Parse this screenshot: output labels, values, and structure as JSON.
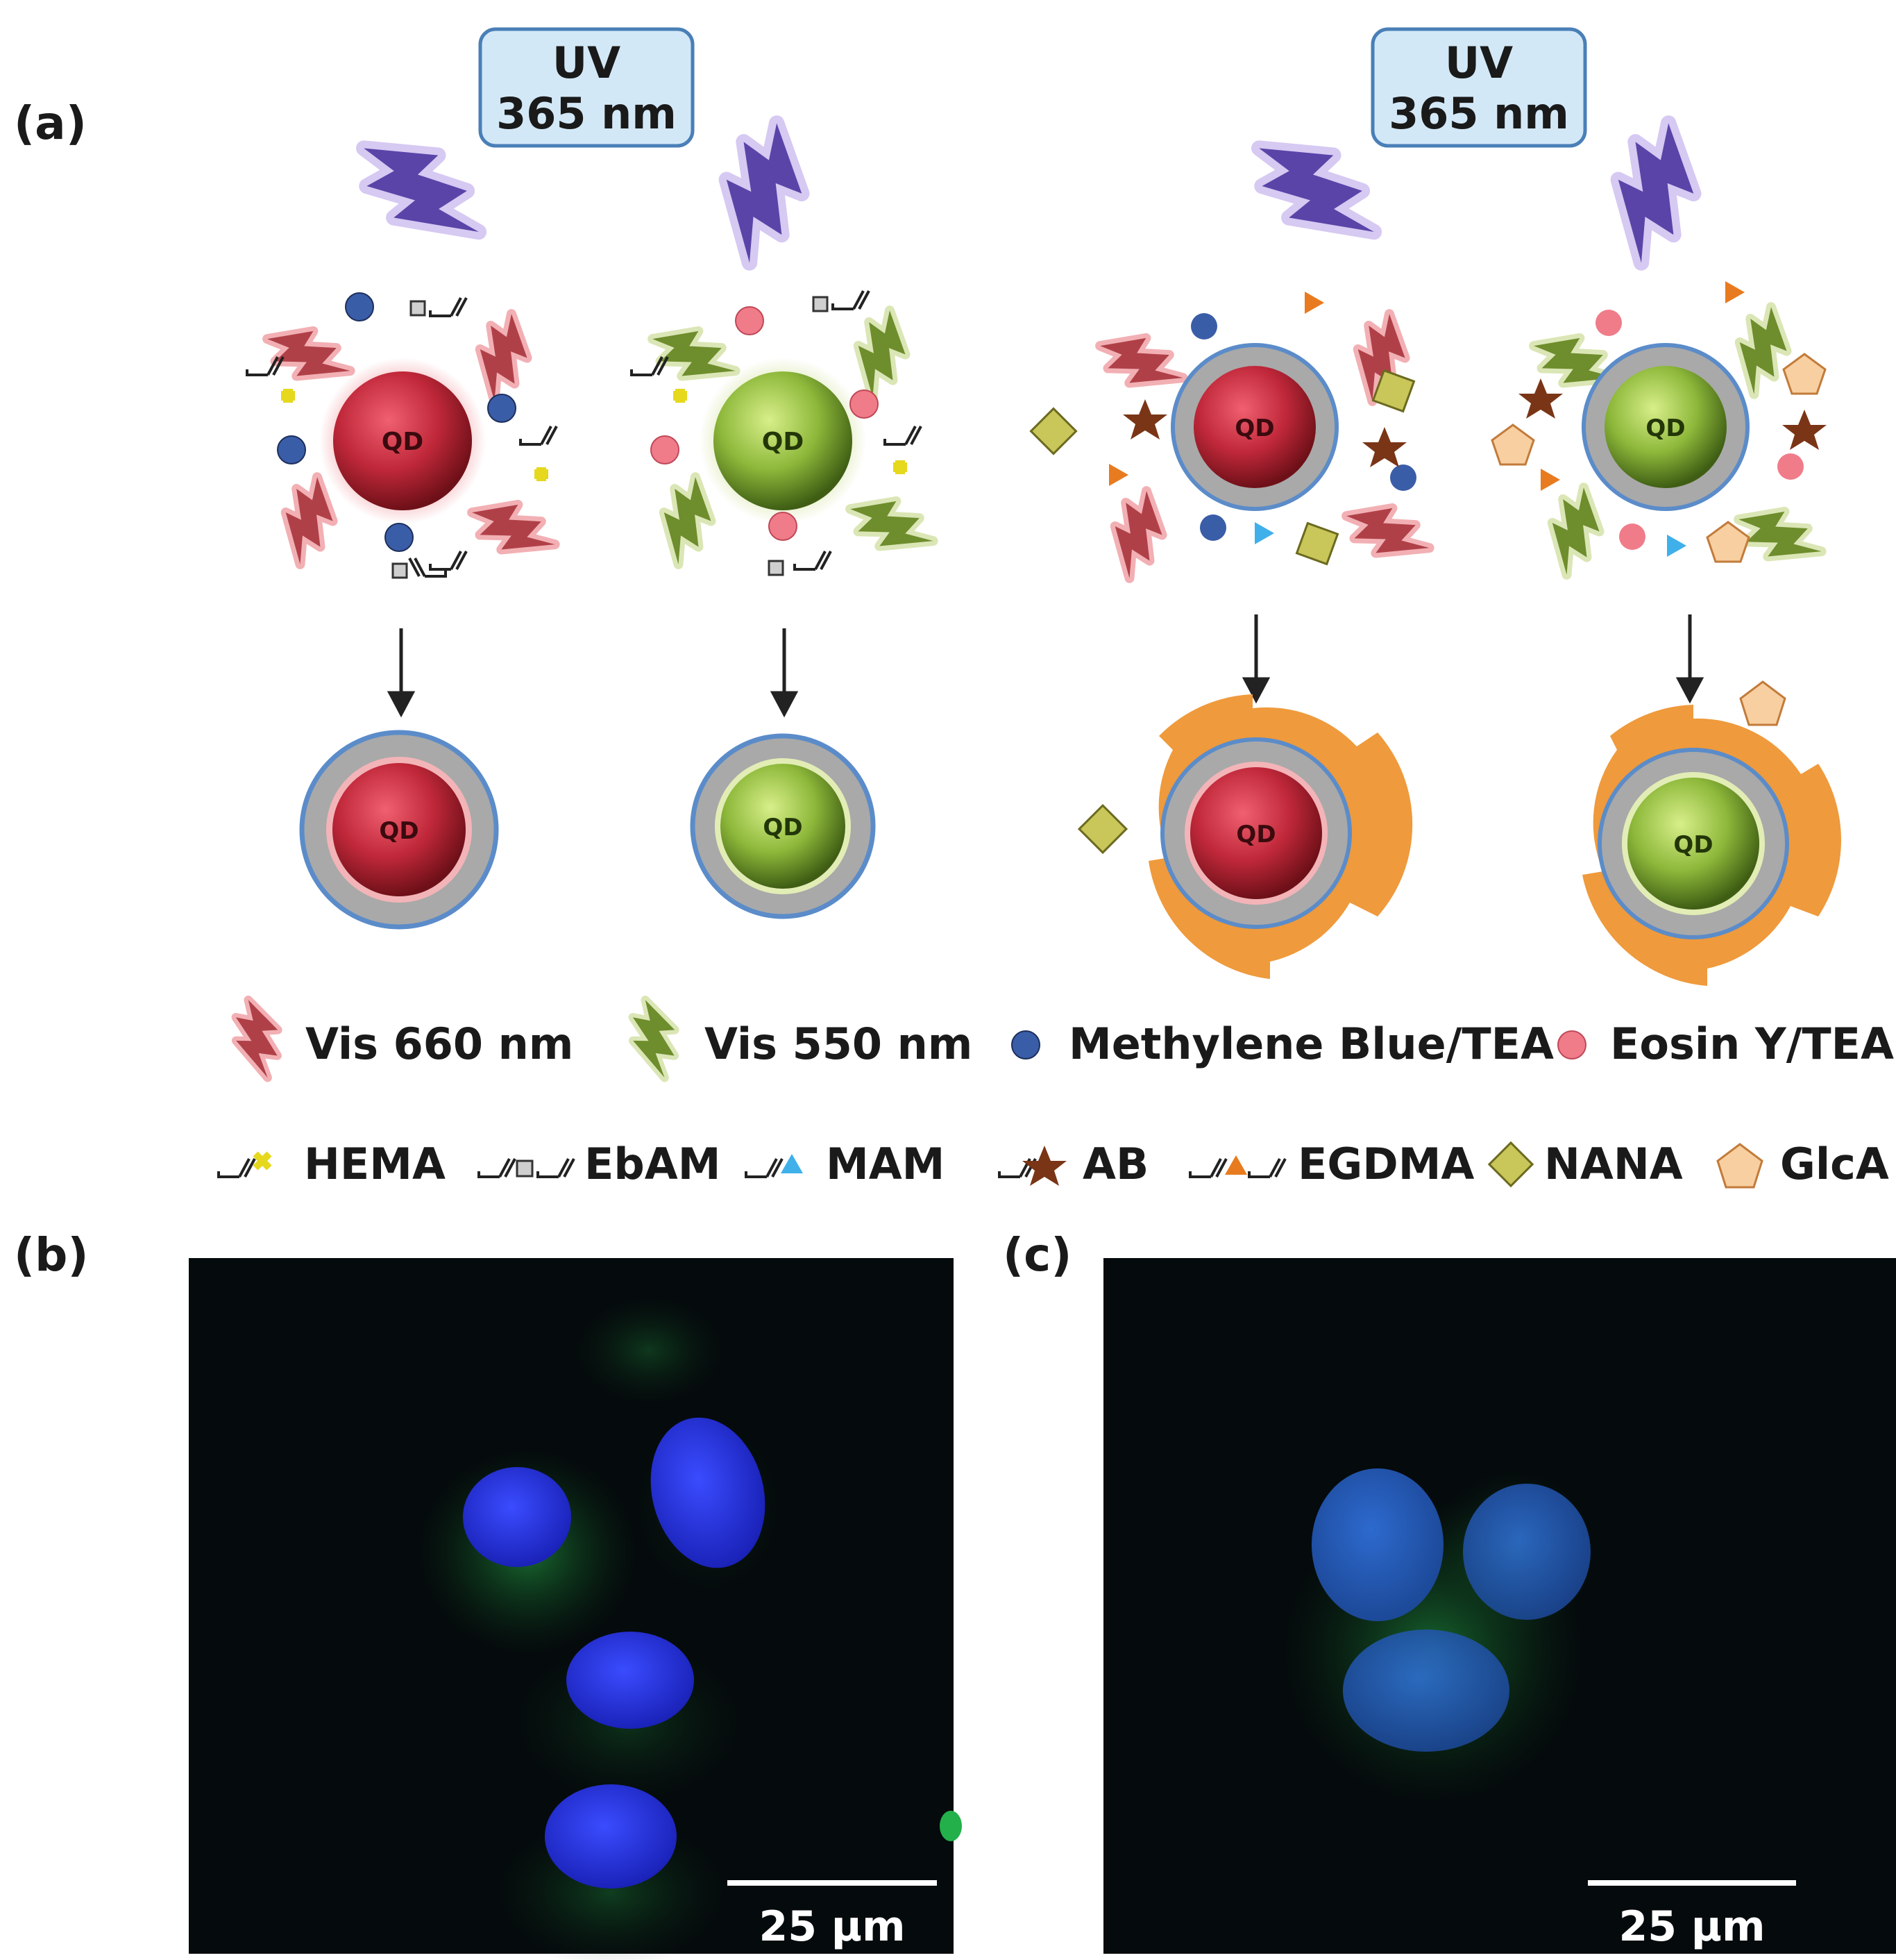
{
  "panels": {
    "a": "(a)",
    "b": "(b)",
    "c": "(c)"
  },
  "uv_boxes": {
    "left": {
      "line1": "UV",
      "line2": "365 nm"
    },
    "right": {
      "line1": "UV",
      "line2": "365 nm"
    }
  },
  "qd_label": "QD",
  "legend_row1": [
    {
      "icon": "red-lightning-icon",
      "label": "Vis 660 nm"
    },
    {
      "icon": "green-lightning-icon",
      "label": "Vis 550 nm"
    },
    {
      "icon": "blue-dot-icon",
      "label": "Methylene Blue/TEA"
    },
    {
      "icon": "pink-dot-icon",
      "label": "Eosin Y/TEA"
    }
  ],
  "legend_row2": [
    {
      "icon": "hema-monomer-icon",
      "label": "HEMA"
    },
    {
      "icon": "ebam-crosslinker-icon",
      "label": "EbAM"
    },
    {
      "icon": "mam-monomer-icon",
      "label": "MAM"
    },
    {
      "icon": "ab-monomer-icon",
      "label": "AB"
    },
    {
      "icon": "egdma-crosslinker-icon",
      "label": "EGDMA"
    },
    {
      "icon": "nana-diamond-icon",
      "label": "NANA"
    },
    {
      "icon": "glca-pentagon-icon",
      "label": "GlcA"
    }
  ],
  "micrographs": {
    "b": {
      "scale_label": "25 µm"
    },
    "c": {
      "scale_label": "25 µm"
    }
  },
  "colors": {
    "red_qd": "#c0283a",
    "green_qd": "#8db83a",
    "shell_gray": "#a9a9a9",
    "shell_blue": "#5b8cc9",
    "mip_orange": "#ef9a3c",
    "methylene_blue": "#3a5da8",
    "eosin_pink": "#f07c8a",
    "uv_purple": "#6a55b0",
    "nana_yellow": "#c9c65a",
    "glca_peach": "#f8cfa0"
  }
}
